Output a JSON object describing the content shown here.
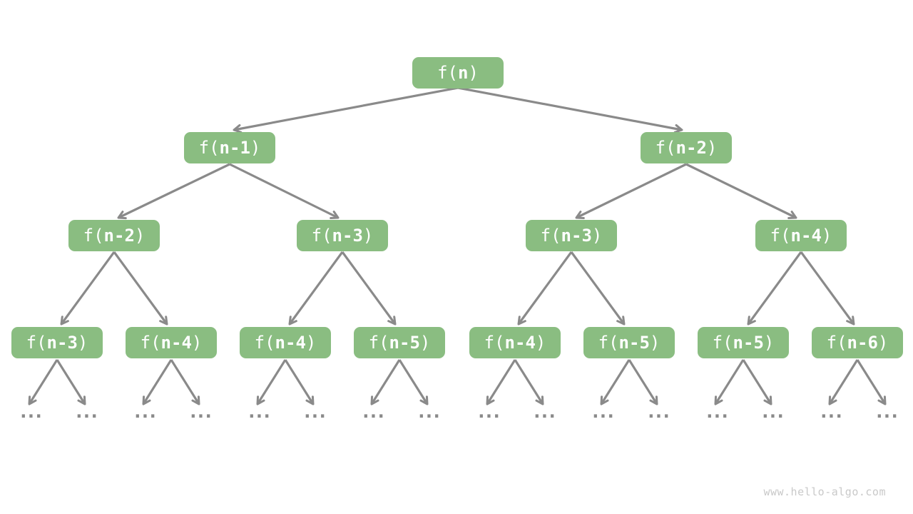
{
  "labels": {
    "prefix": "f(",
    "suffix": ")",
    "ellipsis": "..."
  },
  "tree": {
    "level1": [
      {
        "label": "f(n)",
        "arg": "n"
      }
    ],
    "level2": [
      {
        "label": "f(n-1)",
        "arg": "n-1"
      },
      {
        "label": "f(n-2)",
        "arg": "n-2"
      }
    ],
    "level3": [
      {
        "label": "f(n-2)",
        "arg": "n-2"
      },
      {
        "label": "f(n-3)",
        "arg": "n-3"
      },
      {
        "label": "f(n-3)",
        "arg": "n-3"
      },
      {
        "label": "f(n-4)",
        "arg": "n-4"
      }
    ],
    "level4": [
      {
        "label": "f(n-3)",
        "arg": "n-3"
      },
      {
        "label": "f(n-4)",
        "arg": "n-4"
      },
      {
        "label": "f(n-4)",
        "arg": "n-4"
      },
      {
        "label": "f(n-5)",
        "arg": "n-5"
      },
      {
        "label": "f(n-4)",
        "arg": "n-4"
      },
      {
        "label": "f(n-5)",
        "arg": "n-5"
      },
      {
        "label": "f(n-5)",
        "arg": "n-5"
      },
      {
        "label": "f(n-6)",
        "arg": "n-6"
      }
    ]
  },
  "watermark": "www.hello-algo.com",
  "colors": {
    "node_fill": "#8ABD81",
    "node_text": "#FFFFFF",
    "arrow": "#8A8A8A",
    "ellipsis": "#8A8A8A",
    "background": "#FFFFFF",
    "watermark": "#C9C9C9"
  }
}
